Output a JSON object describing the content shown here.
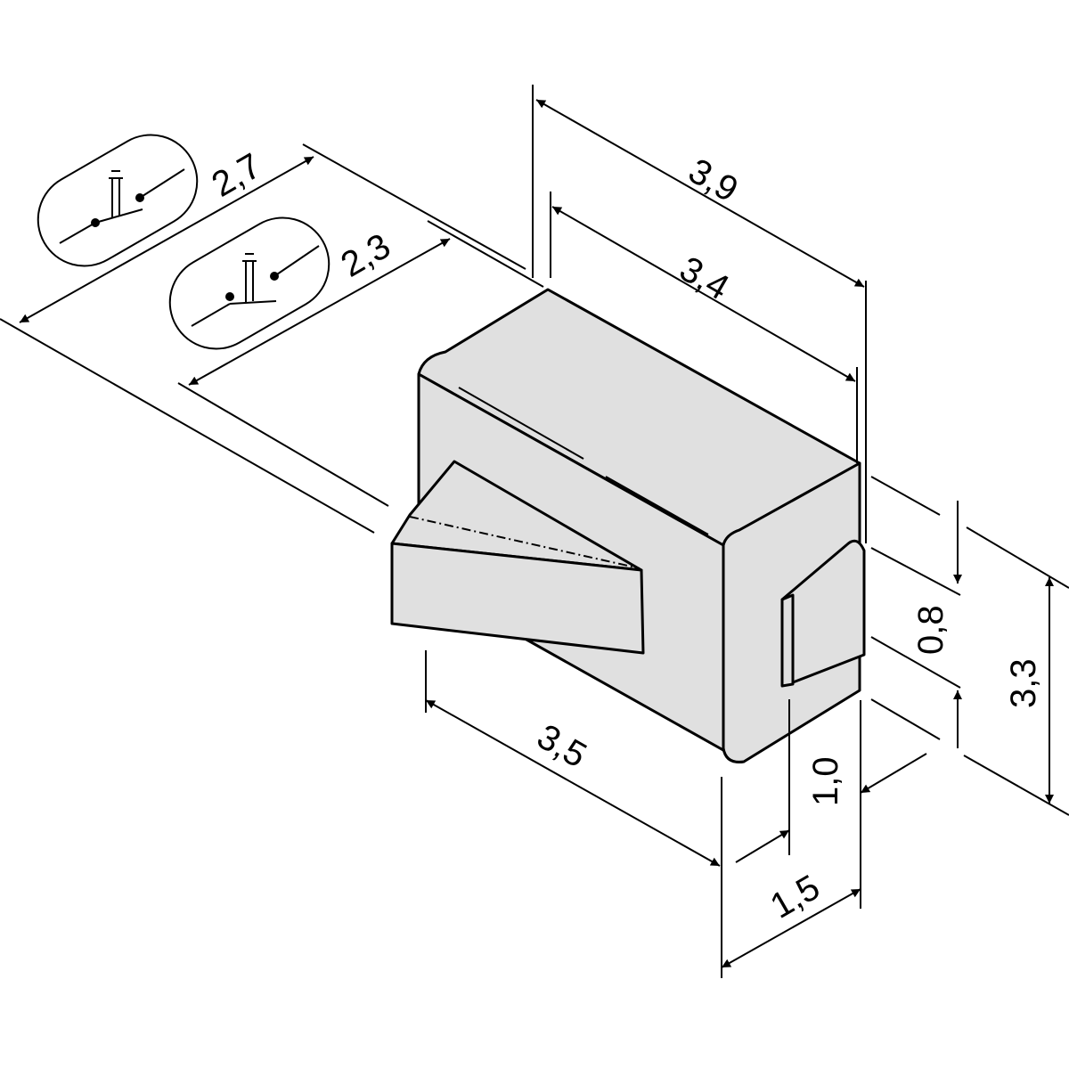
{
  "dimensions": {
    "width_outer": "3,9",
    "width_inner": "3,4",
    "depth_outer": "2,7",
    "depth_inner": "2,3",
    "length": "3,5",
    "height": "3,3",
    "terminal_height": "0,8",
    "terminal_offset": "1,0",
    "terminal_depth": "1,5"
  },
  "icons": {
    "switch_symbol_1": "pushbutton-switch-symbol-icon",
    "switch_symbol_2": "pushbutton-switch-symbol-icon"
  },
  "colors": {
    "body_fill": "#e0e0e0",
    "line": "#000000"
  }
}
